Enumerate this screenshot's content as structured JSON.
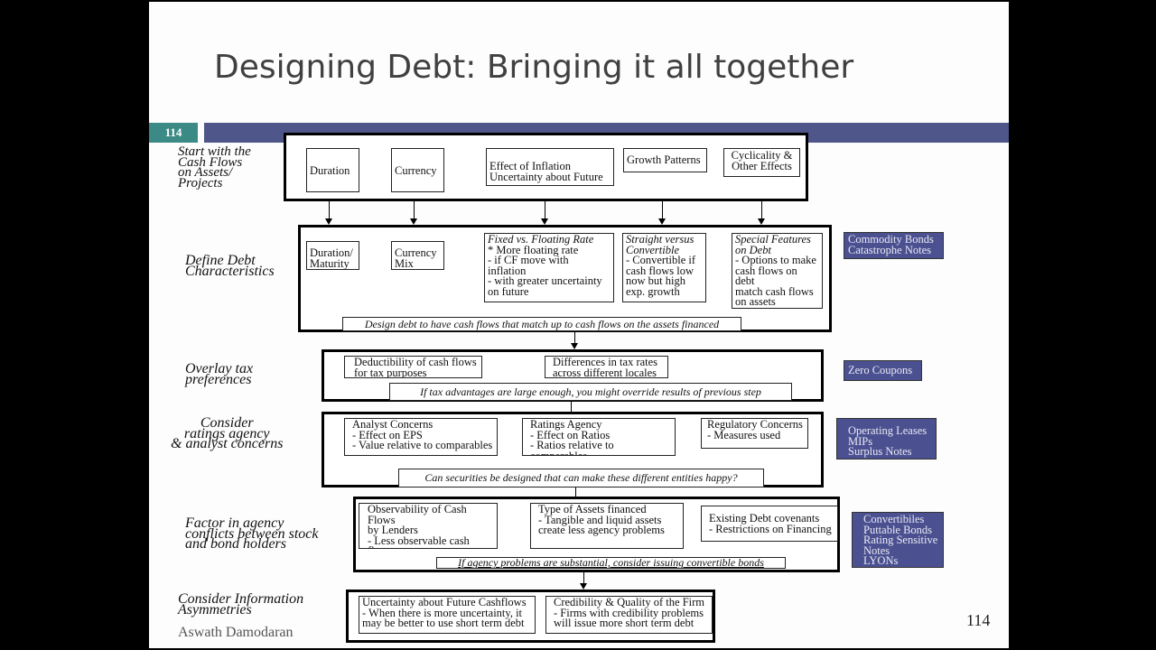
{
  "slide": {
    "title": "Designing Debt: Bringing it all together",
    "slide_number_badge": "114",
    "page_number": "114",
    "footer": "Aswath Damodaran",
    "colors": {
      "header_bar": "#4f5689",
      "number_badge": "#3b8a85",
      "side_boxes": "#4b5190"
    }
  },
  "labels": [
    "Start with the\nCash Flows\non Assets/\nProjects",
    "Define Debt\nCharacteristics",
    "Overlay tax\npreferences",
    "Consider\nratings agency\n& analyst concerns",
    "Factor in agency\nconflicts between stock\nand bond holders",
    "Consider Information\nAsymmetries"
  ],
  "stage1": {
    "boxes": [
      "Duration",
      "Currency",
      "Effect of Inflation\nUncertainty about Future",
      "Growth Patterns",
      "Cyclicality &\nOther Effects"
    ]
  },
  "stage2": {
    "boxes": [
      {
        "body": "Duration/\nMaturity"
      },
      {
        "body": "Currency\nMix"
      },
      {
        "head": "Fixed vs. Floating Rate",
        "body": "* More floating rate\n- if CF move with\ninflation\n- with greater uncertainty\non future"
      },
      {
        "head": "Straight versus\nConvertible",
        "body": "- Convertible if\ncash flows low\nnow but high\nexp. growth"
      },
      {
        "head": "Special Features\non Debt",
        "body": "- Options to make\ncash flows on debt\nmatch cash flows\non assets"
      }
    ],
    "note": "Design debt to have cash flows that match up to cash flows on the assets financed"
  },
  "stage3": {
    "boxes": [
      "Deductibility of cash flows\nfor tax purposes",
      "Differences in tax rates\nacross different locales"
    ],
    "note": "If tax advantages are large enough, you might override results of previous step"
  },
  "stage4": {
    "boxes": [
      "Analyst Concerns\n- Effect on EPS\n- Value relative to comparables",
      "Ratings Agency\n- Effect on Ratios\n- Ratios relative to comparables",
      "Regulatory Concerns\n- Measures used"
    ],
    "note": "Can securities be designed that can make these different entities happy?"
  },
  "stage5": {
    "boxes": [
      "Observability of Cash Flows\nby Lenders\n- Less observable cash flows\nlead to more  conflicts",
      "Type of Assets financed\n- Tangible and liquid assets\ncreate less agency problems",
      "Existing Debt covenants\n- Restrictions on Financing"
    ],
    "note": "If agency problems are substantial, consider issuing convertible bonds"
  },
  "stage6": {
    "boxes": [
      "Uncertainty about Future Cashflows\n- When there is more uncertainty, it\nmay be better to use short term debt",
      "Credibility & Quality  of the Firm\n- Firms with credibility problems\nwill issue more short term debt"
    ]
  },
  "side": [
    "Commodity Bonds\nCatastrophe Notes",
    "Zero Coupons",
    "Operating Leases\nMIPs\nSurplus Notes",
    "Convertibiles\nPuttable Bonds\nRating Sensitive\n          Notes\nLYONs"
  ]
}
